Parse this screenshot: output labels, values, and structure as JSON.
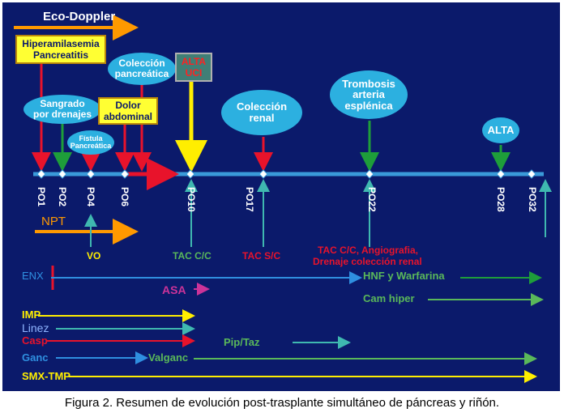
{
  "colors": {
    "background": "#0b1a6b",
    "timeline": "#3a9ad9",
    "orange": "#ff9900",
    "red": "#e8132b",
    "green": "#1e9e3a",
    "teal": "#3fb8b0",
    "yellow": "#ffee00",
    "blue": "#2f8fe0",
    "magenta": "#cc3399",
    "lightblue": "#8fb4ff",
    "olive_green": "#5ab85a"
  },
  "header": {
    "eco_doppler": "Eco-Doppler",
    "npt": "NPT"
  },
  "events": {
    "hiperamilasemia_line1": "Hiperamilasemia",
    "hiperamilasemia_line2": "Pancreatitis",
    "sangrado_line1": "Sangrado",
    "sangrado_line2": "por drenajes",
    "fistula_line1": "Fístula",
    "fistula_line2": "Pancreática",
    "dolor_line1": "Dolor",
    "dolor_line2": "abdominal",
    "coleccion_panc_line1": "Colección",
    "coleccion_panc_line2": "pancreática",
    "alta_uci_line1": "ALTA",
    "alta_uci_line2": "UCI",
    "coleccion_renal_line1": "Colección",
    "coleccion_renal_line2": "renal",
    "trombosis_line1": "Trombosis",
    "trombosis_line2": "arteria",
    "trombosis_line3": "esplénica",
    "alta": "ALTA"
  },
  "timeline_days": [
    "PO1",
    "PO2",
    "PO4",
    "PO6",
    "PO10",
    "PO17",
    "PO22",
    "PO28",
    "PO32"
  ],
  "tests": {
    "vo": "VO",
    "tac_cc": "TAC C/C",
    "tac_sc": "TAC S/C",
    "tac_angio_line1": "TAC C/C, Angiografia,",
    "tac_angio_line2": "Drenaje colección renal"
  },
  "treatments": {
    "enx": "ENX",
    "hnf": "HNF y Warfarina",
    "asa": "ASA",
    "cam": "Cam hiper",
    "imp": "IMP",
    "linez": "Linez",
    "casp": "Casp",
    "pip": "Pip/Taz",
    "ganc": "Ganc",
    "valganc": "Valganc",
    "smx": "SMX-TMP"
  },
  "caption": "Figura 2. Resumen de evolución post-trasplante simultáneo de páncreas y riñón."
}
